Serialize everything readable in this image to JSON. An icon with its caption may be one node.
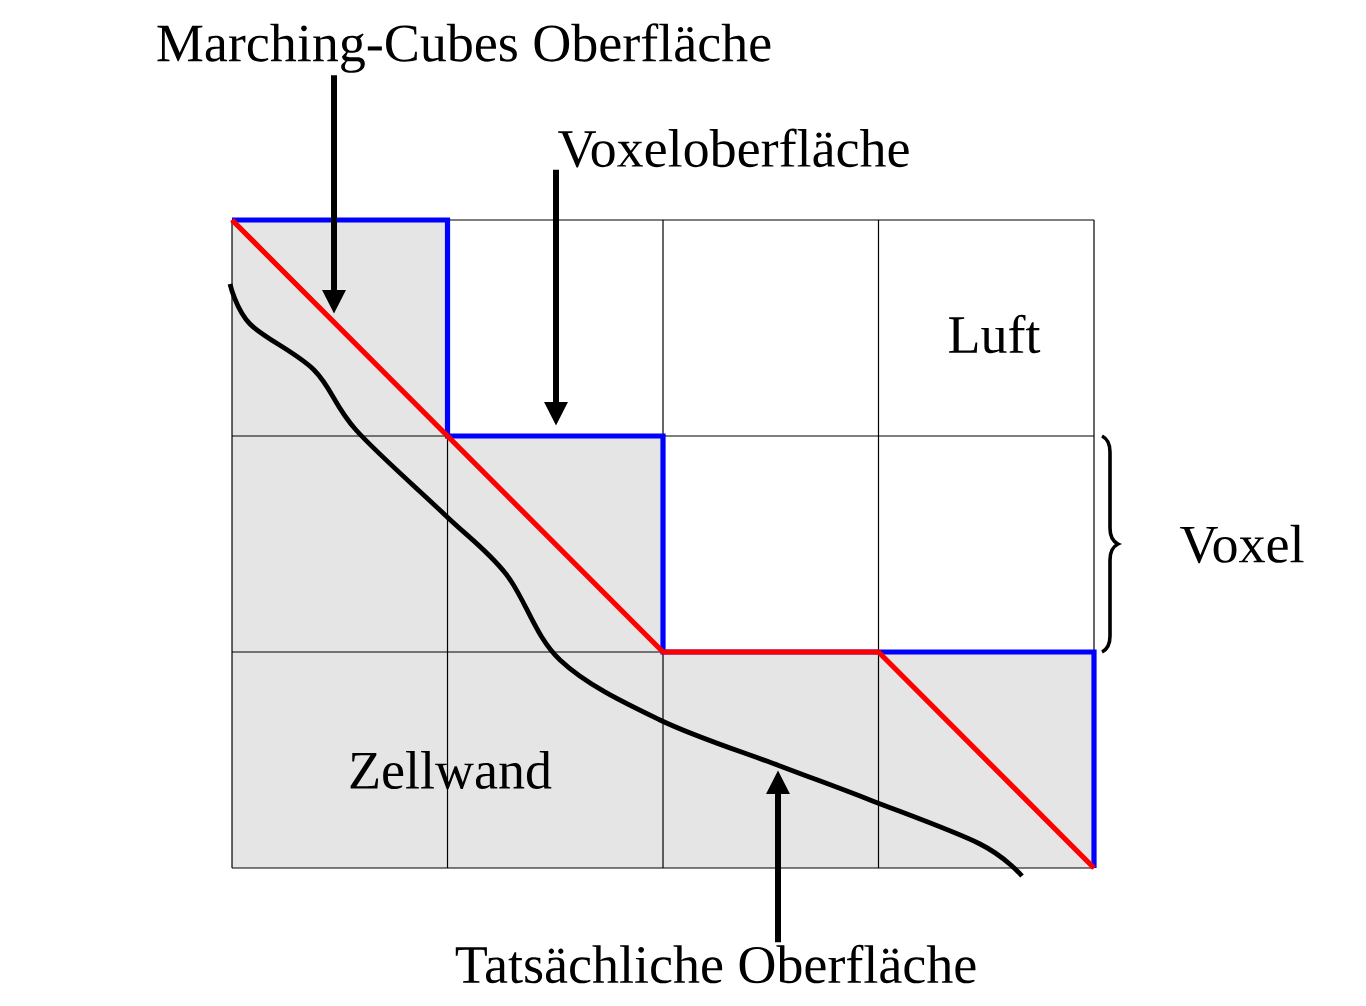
{
  "diagram": {
    "nodes": [
      {
        "text": [
          "Marching-Cubes Oberfläche"
        ]
      },
      {
        "text": [
          "Voxeloberfläche"
        ]
      },
      {
        "text": [
          "Tatsächliche Oberfläche"
        ]
      }
    ],
    "edges": [
      {
        "from": 0,
        "to": null,
        "arrow": "to"
      },
      {
        "from": 1,
        "to": null,
        "arrow": "to"
      },
      {
        "from": 2,
        "to": null,
        "arrow": "to"
      }
    ],
    "labels": [
      "Luft",
      "Voxel",
      "Zellwand"
    ]
  }
}
